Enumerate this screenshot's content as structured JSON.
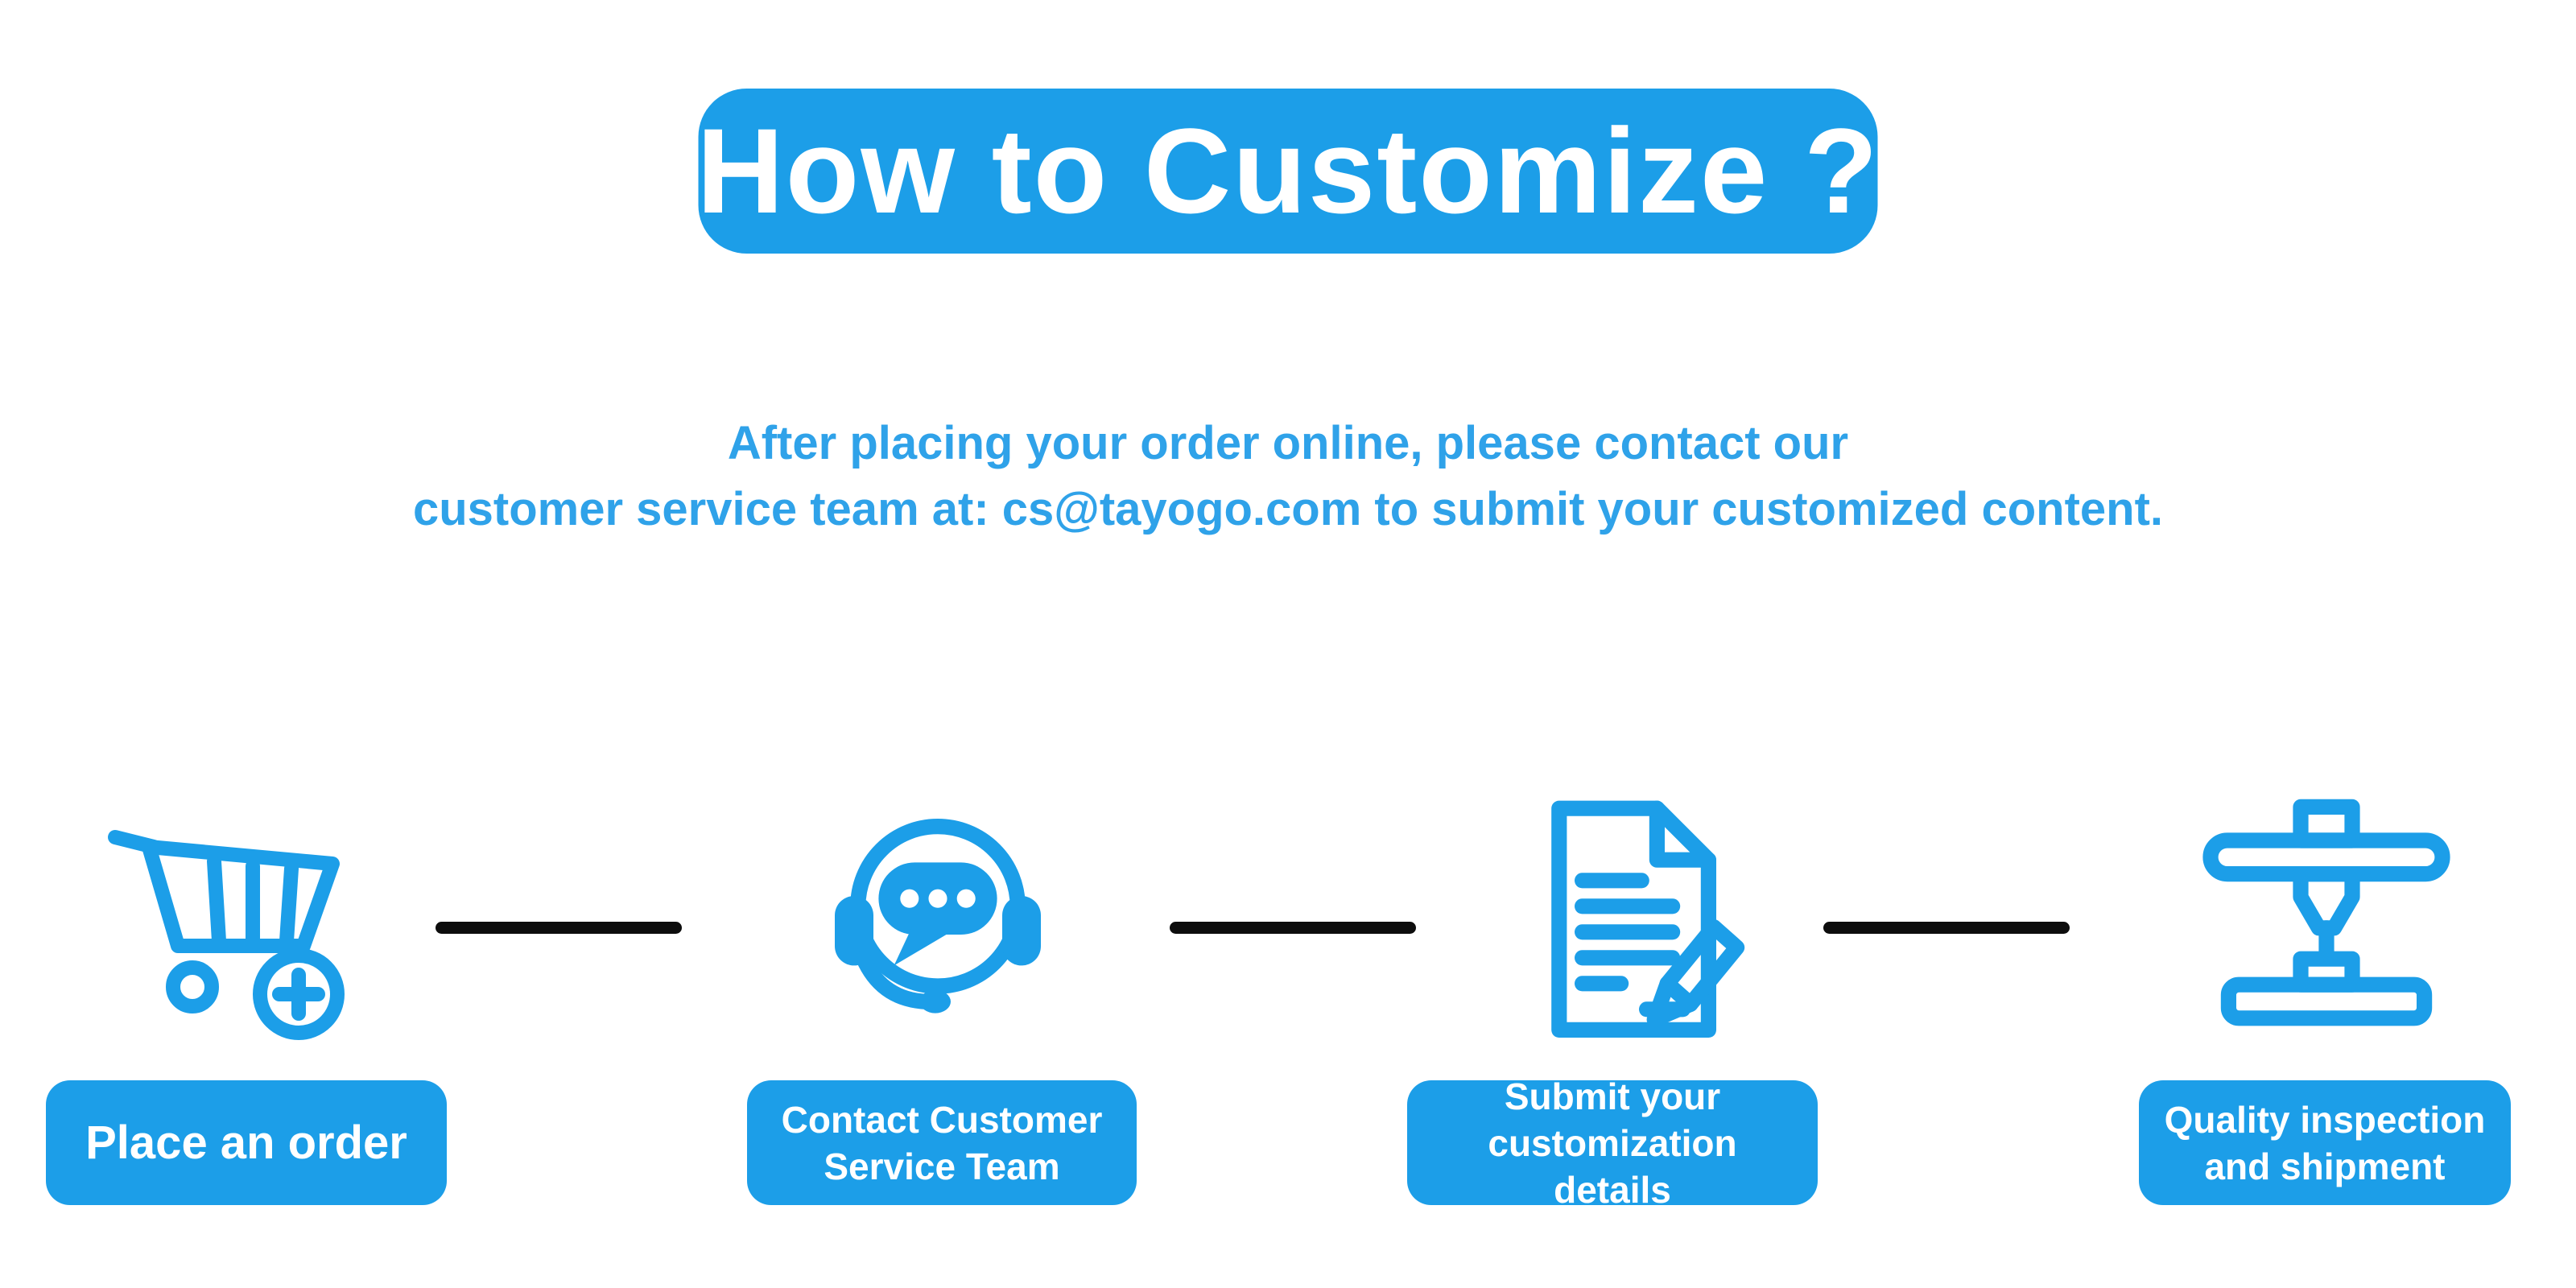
{
  "banner": {
    "title": "How to Customize ?"
  },
  "intro": {
    "line1": "After placing your order online, please contact our",
    "line2": "customer service team at: cs@tayogo.com  to submit your customized content."
  },
  "steps": [
    {
      "label": "Place an order",
      "icon": "add-to-cart-icon"
    },
    {
      "label": "Contact Customer\nService Team",
      "icon": "customer-service-headset-icon"
    },
    {
      "label": "Submit your\ncustomization details",
      "icon": "document-edit-icon"
    },
    {
      "label": "Quality inspection\nand shipment",
      "icon": "engraving-machine-icon"
    }
  ],
  "colors": {
    "primary_blue": "#1C9EE8",
    "intro_text_blue": "#2FA2E9",
    "connector_black": "#0d0d0d",
    "label_text": "#FFFFFF",
    "background": "#FFFFFF"
  }
}
